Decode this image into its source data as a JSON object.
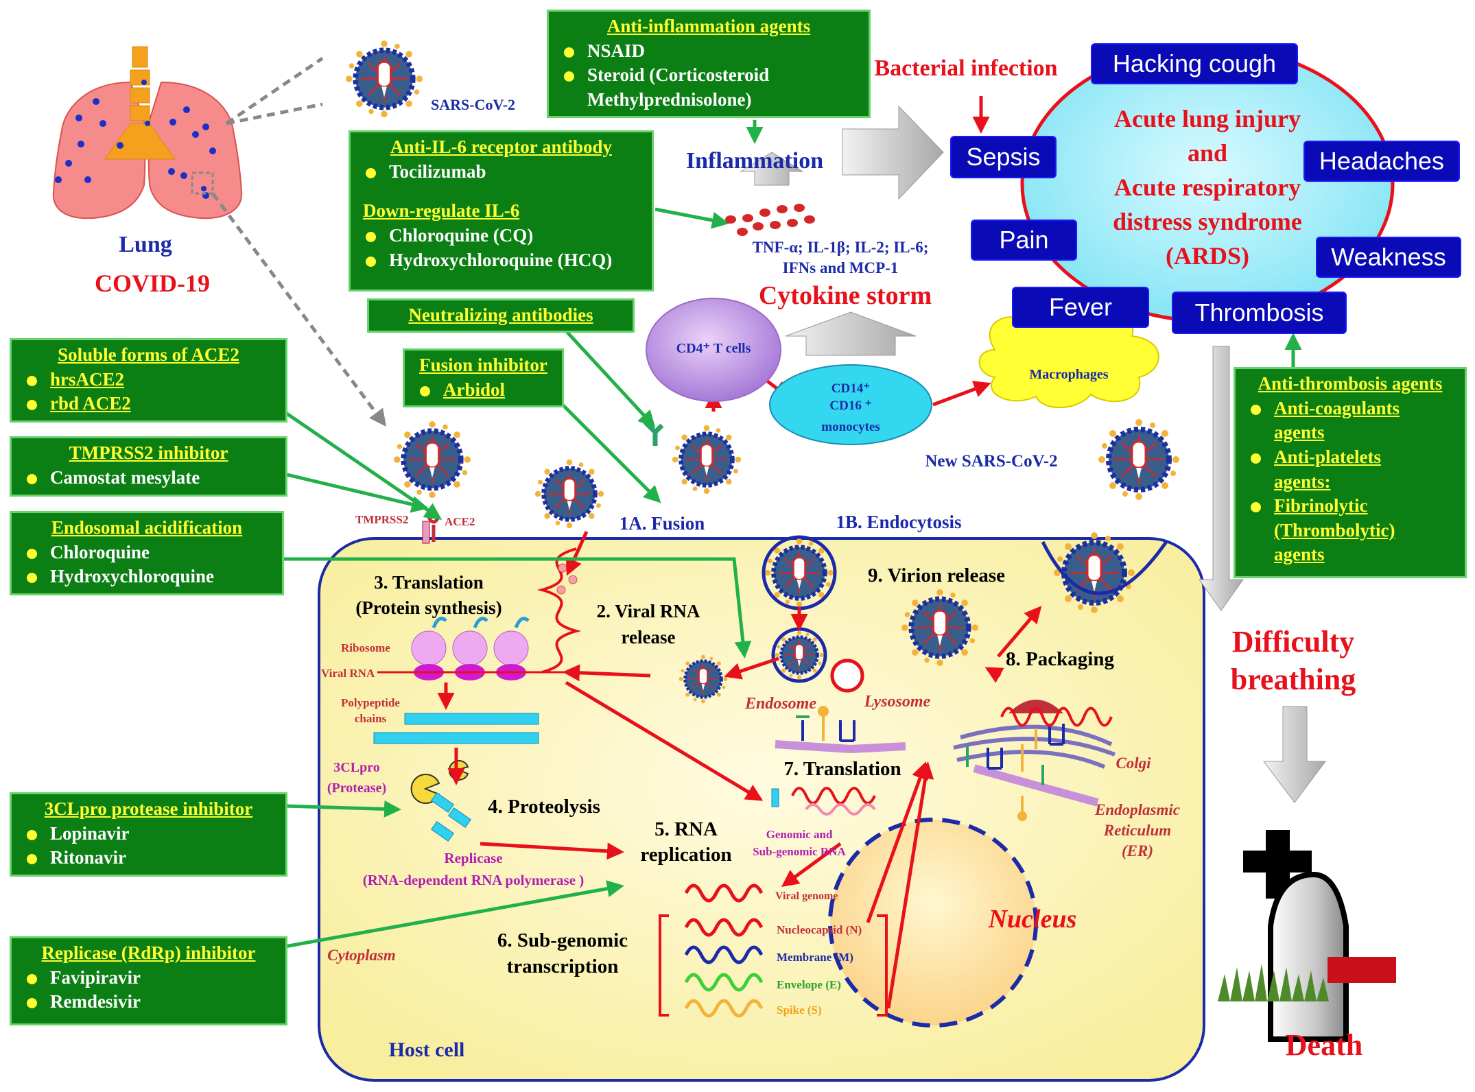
{
  "lung": {
    "label": "Lung",
    "disease": "COVID-19",
    "virus_label": "SARS-CoV-2"
  },
  "drug_boxes": {
    "anti_inflammation": {
      "title": "Anti-inflammation agents",
      "items": [
        "NSAID",
        "Steroid (Corticosteroid",
        "Methylprednisolone)"
      ]
    },
    "anti_il6": {
      "title": "Anti-IL-6 receptor antibody",
      "items": [
        "Tocilizumab"
      ],
      "title2": "Down-regulate IL-6",
      "items2": [
        "Chloroquine (CQ)",
        "Hydroxychloroquine (HCQ)"
      ]
    },
    "neutralizing": {
      "title": "Neutralizing antibodies"
    },
    "fusion_inhibitor": {
      "title": "Fusion inhibitor",
      "items": [
        "Arbidol"
      ]
    },
    "soluble_ace2": {
      "title": "Soluble forms of ACE2",
      "items": [
        "hrsACE2",
        "rbd ACE2"
      ]
    },
    "tmprss2": {
      "title": "TMPRSS2 inhibitor",
      "items": [
        "Camostat mesylate"
      ]
    },
    "endosomal": {
      "title": "Endosomal acidification",
      "items": [
        "Chloroquine",
        "Hydroxychloroquine"
      ]
    },
    "protease": {
      "title": "3CLpro protease inhibitor",
      "items": [
        "Lopinavir",
        "Ritonavir"
      ]
    },
    "replicase": {
      "title": "Replicase (RdRp) inhibitor",
      "items": [
        "Favipiravir",
        "Remdesivir"
      ]
    },
    "anti_thrombosis": {
      "title": "Anti-thrombosis agents",
      "items": [
        "Anti-coagulants",
        "agents",
        "Anti-platelets",
        "agents:",
        "Fibrinolytic",
        "(Thrombolytic)",
        "agents"
      ]
    }
  },
  "top": {
    "bacterial_infection": "Bacterial infection",
    "inflammation": "Inflammation",
    "cytokines_line1": "TNF-α; IL-1β; IL-2; IL-6;",
    "cytokines_line2": "IFNs and MCP-1",
    "cytokine_storm": "Cytokine storm",
    "cd4": "CD4⁺ T cells",
    "cd14_1": "CD14⁺",
    "cd14_2": "CD16 ⁺",
    "cd14_3": "monocytes",
    "macrophages": "Macrophages",
    "new_virus": "New SARS-CoV-2"
  },
  "symptoms": {
    "hacking_cough": "Hacking cough",
    "sepsis": "Sepsis",
    "headaches": "Headaches",
    "pain": "Pain",
    "weakness": "Weakness",
    "fever": "Fever",
    "thrombosis": "Thrombosis"
  },
  "ards": {
    "line1": "Acute lung injury",
    "line2": "and",
    "line3": "Acute respiratory",
    "line4": "distress syndrome",
    "line5": "(ARDS)"
  },
  "outcome": {
    "difficulty1": "Difficulty",
    "difficulty2": "breathing",
    "death": "Death"
  },
  "cell": {
    "tmprss2": "TMPRSS2",
    "ace2": "ACE2",
    "fusion": "1A. Fusion",
    "endocytosis": "1B. Endocytosis",
    "step3a": "3. Translation",
    "step3b": "(Protein synthesis)",
    "step2a": "2. Viral RNA",
    "step2b": "release",
    "ribosome": "Ribosome",
    "viral_rna": "Viral RNA",
    "polypeptide1": "Polypeptide",
    "polypeptide2": "chains",
    "clpro1": "3CLpro",
    "clpro2": "(Protease)",
    "step4": "4. Proteolysis",
    "replicase1": "Replicase",
    "replicase2": "(RNA-dependent RNA polymerase )",
    "step5a": "5. RNA",
    "step5b": "replication",
    "genomic1": "Genomic and",
    "genomic2": "Sub-genomic RNA",
    "step6a": "6. Sub-genomic",
    "step6b": "transcription",
    "viral_genome": "Viral genome",
    "nucleocapsid": "Nucleocapsid (N)",
    "membrane": "Membrane (M)",
    "envelope": "Envelope (E)",
    "spike": "Spike (S)",
    "cytoplasm": "Cytoplasm",
    "host_cell": "Host cell",
    "step7": "7. Translation",
    "step8": "8. Packaging",
    "step9": "9. Virion release",
    "endosome": "Endosome",
    "lysosome": "Lysosome",
    "golgi": "Colgi",
    "er1": "Endoplasmic",
    "er2": "Reticulum",
    "er3": "(ER)",
    "nucleus": "Nucleus"
  },
  "colors": {
    "drug_box": "#0b7f14",
    "drug_title": "#ffff33",
    "symptom_box": "#0a0ab6",
    "accent_red": "#e8101a",
    "cell_fill": "#fdf6c0",
    "arrow_green": "#22b04a"
  }
}
